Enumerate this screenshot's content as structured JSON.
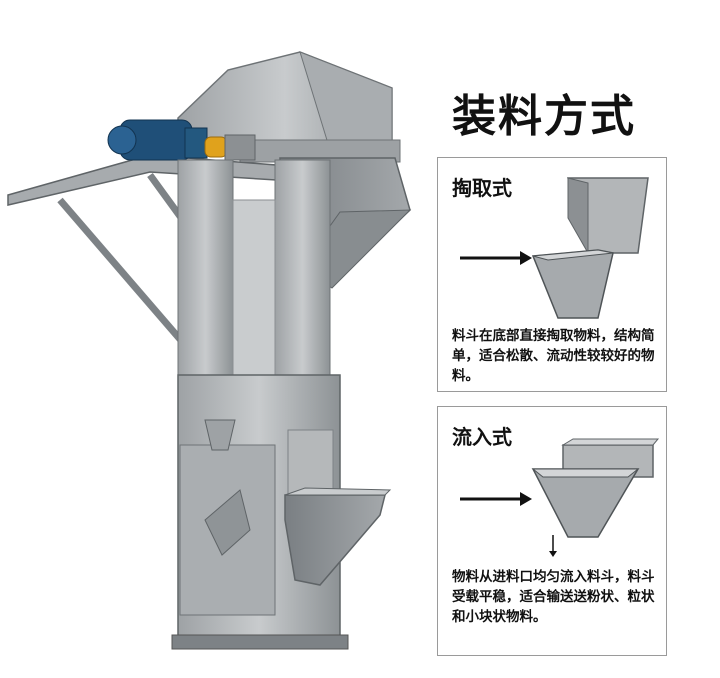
{
  "heading": "装料方式",
  "methods": [
    {
      "name": "掏取式",
      "description": "料斗在底部直接掏取物料，结构简单，适合松散、流动性较较好的物料。"
    },
    {
      "name": "流入式",
      "description": "物料从进料口均匀流入料斗，料斗受载平稳，适合输送送粉状、粒状和小块状物料。"
    }
  ],
  "colors": {
    "steel": "#b3b6b8",
    "steel_dark": "#7d8286",
    "motor_blue": "#1f4f78",
    "coupling_yellow": "#e0a21c"
  }
}
